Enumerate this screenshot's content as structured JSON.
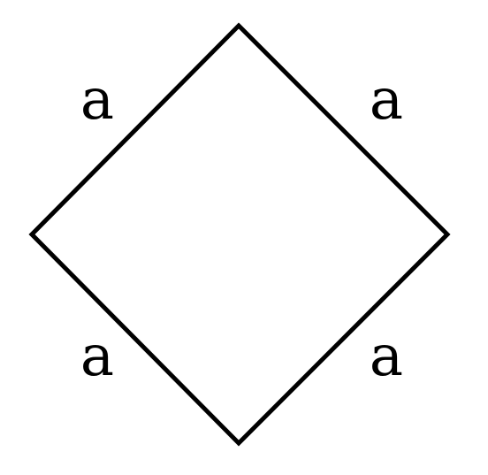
{
  "diagram": {
    "shape": "rhombus",
    "line_color": "#000000",
    "background": "#ffffff",
    "labels": {
      "top_left": "a",
      "top_right": "a",
      "bottom_left": "a",
      "bottom_right": "a"
    }
  }
}
